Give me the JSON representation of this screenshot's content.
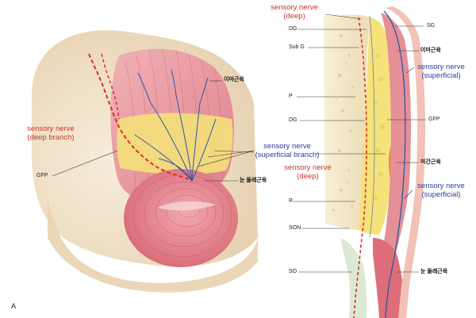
{
  "colors": {
    "muscle": "#e58f97",
    "muscle_dark": "#c4515c",
    "fat": "#f4e076",
    "skin": "#ecd8b6",
    "bone": "#f1e4c3",
    "nerve_deep": "#d9302a",
    "nerve_superficial": "#2f58a6",
    "label_red": "#c8342c",
    "label_blue": "#2e3d9c"
  },
  "left_panel": {
    "panel_letter": "A",
    "frontalis_label": "이마근육",
    "orbicularis_label": "눈 둘레근육",
    "gfp_label": "GFP",
    "deep_branch": {
      "line1": "sensory nerve",
      "line2": "(deep branch)"
    },
    "superficial_branch": {
      "line1": "sensory nerve",
      "line2": "(superficial branch)"
    }
  },
  "right_panel": {
    "deep_top": {
      "line1": "sensory nerve",
      "line2": "(deep)"
    },
    "deep_mid": {
      "line1": "sensory nerve",
      "line2": "(deep)"
    },
    "superficial_top": {
      "line1": "sensory nerve",
      "line2": "(superficial)"
    },
    "superficial_bottom": {
      "line1": "sensory nerve",
      "line2": "(superficial)"
    },
    "left_labels": {
      "dg_top": "DG",
      "sub_g": "Sub G",
      "p_top": "P",
      "dg_mid": "DG",
      "p_bottom": "P",
      "son": "SON",
      "so": "SO"
    },
    "right_labels": {
      "sg": "SG",
      "frontalis": "이마근육",
      "gfp": "GFP",
      "procerus": "미간근육",
      "orbicularis": "눈 둘레근육"
    }
  }
}
